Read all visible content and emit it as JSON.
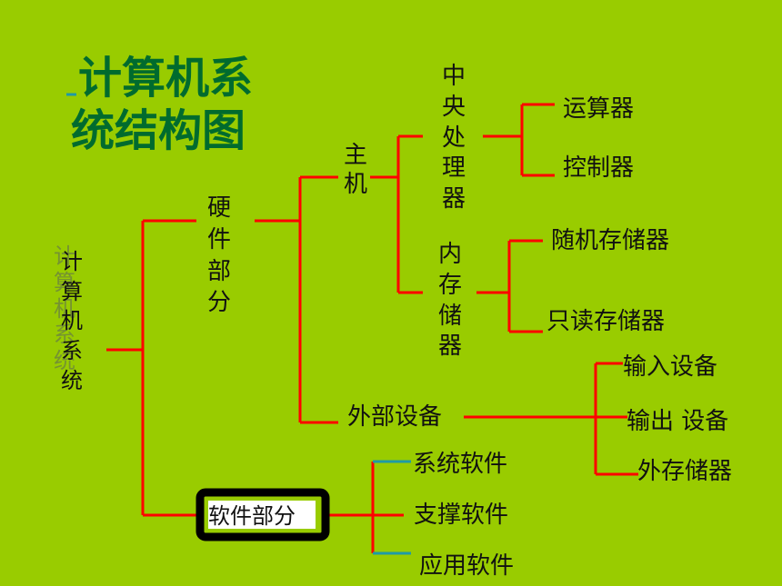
{
  "title": {
    "line1": "计算机系",
    "line2": "统结构图"
  },
  "root": {
    "label": "计算机系统"
  },
  "hardware": {
    "label": "硬件部分"
  },
  "software": {
    "label": "软件部分"
  },
  "host": {
    "label": "主机"
  },
  "cpu": {
    "label": "中央处理器"
  },
  "memory": {
    "label": "内存储器"
  },
  "alu": {
    "label": "运算器"
  },
  "controller": {
    "label": "控制器"
  },
  "ram": {
    "label": "随机存储器"
  },
  "rom": {
    "label": "只读存储器"
  },
  "peripherals": {
    "label": "外部设备"
  },
  "input_device": {
    "label": "输入设备"
  },
  "output_device": {
    "label": "输出 设备"
  },
  "external_storage": {
    "label": "外存储器"
  },
  "system_software": {
    "label": "系统软件"
  },
  "support_software": {
    "label": "支撑软件"
  },
  "application_software": {
    "label": "应用软件"
  },
  "colors": {
    "background": "#99cc00",
    "connector": "#ff0000",
    "title": "#006b2e",
    "teal_stub": "#1f9aa6"
  }
}
